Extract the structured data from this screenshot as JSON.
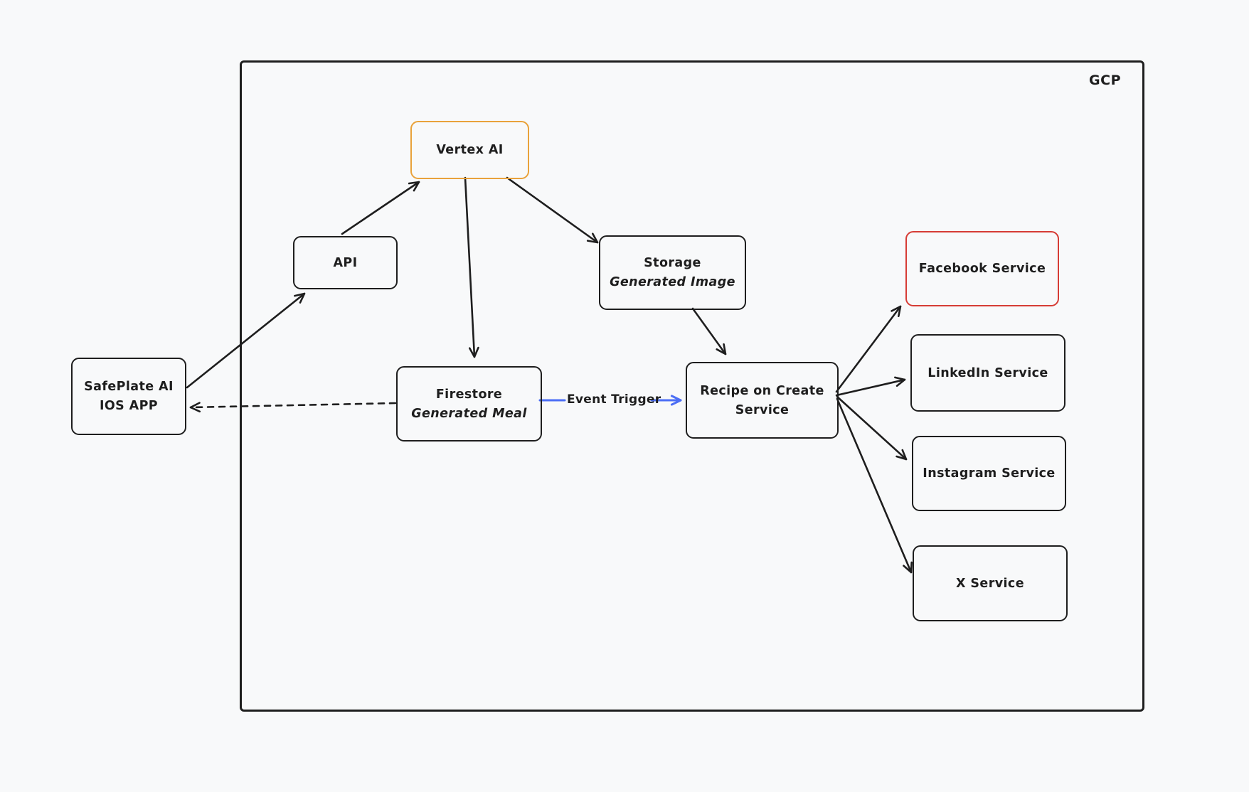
{
  "frame": {
    "label": "GCP"
  },
  "nodes": {
    "safeplate": {
      "line1": "SafePlate AI",
      "line2": "IOS APP"
    },
    "api": {
      "label": "API"
    },
    "vertex": {
      "label": "Vertex AI"
    },
    "storage": {
      "line1": "Storage",
      "line2": "Generated Image"
    },
    "firestore": {
      "line1": "Firestore",
      "line2": "Generated Meal"
    },
    "recipe": {
      "line1": "Recipe on Create",
      "line2": "Service"
    },
    "facebook": {
      "label": "Facebook Service"
    },
    "linkedin": {
      "label": "LinkedIn Service"
    },
    "instagram": {
      "label": "Instagram Service"
    },
    "xservice": {
      "label": "X Service"
    }
  },
  "edges": {
    "event_trigger_label": "Event Trigger"
  },
  "colors": {
    "stroke": "#1e1e1e",
    "orange": "#e9a23b",
    "red": "#d63c35",
    "blue": "#4c6ef5",
    "background": "#f8f9fa"
  }
}
